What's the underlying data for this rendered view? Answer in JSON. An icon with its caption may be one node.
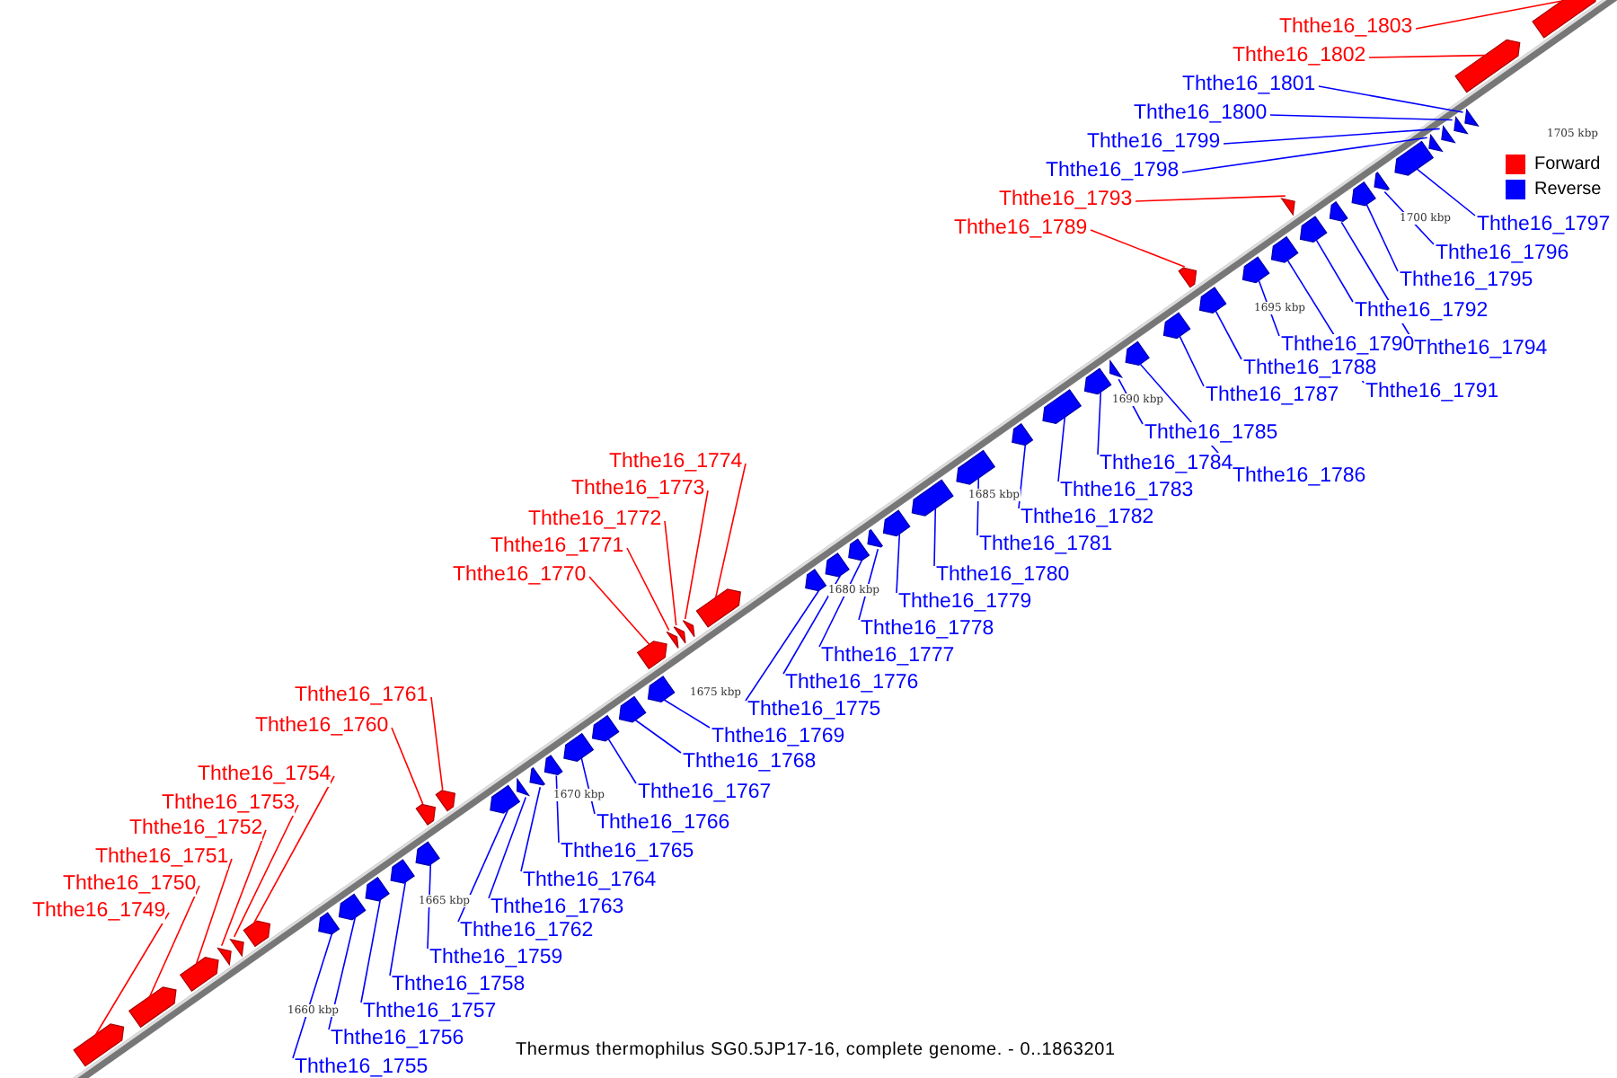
{
  "diagram": {
    "caption": "Thermus thermophilus SG0.5JP17-16, complete genome. - 0..1863201",
    "nodes": [
      {
        "text": [
          "Ththe16_1803"
        ]
      },
      {
        "text": [
          "Ththe16_1802"
        ]
      },
      {
        "text": [
          "Ththe16_1801"
        ]
      },
      {
        "text": [
          "Ththe16_1800"
        ]
      },
      {
        "text": [
          "Ththe16_1799"
        ]
      },
      {
        "text": [
          "Ththe16_1798"
        ]
      },
      {
        "text": [
          "Ththe16_1793"
        ]
      },
      {
        "text": [
          "Ththe16_1797"
        ]
      },
      {
        "text": [
          "Ththe16_1789"
        ]
      },
      {
        "text": [
          "Ththe16_1796"
        ]
      },
      {
        "text": [
          "Ththe16_1795"
        ]
      },
      {
        "text": [
          "Ththe16_1792"
        ]
      },
      {
        "text": [
          "Ththe16_1790"
        ]
      },
      {
        "text": [
          "Ththe16_1794"
        ]
      },
      {
        "text": [
          "Ththe16_1788"
        ]
      },
      {
        "text": [
          "Ththe16_1791"
        ]
      },
      {
        "text": [
          "Ththe16_1787"
        ]
      },
      {
        "text": [
          "Ththe16_1785"
        ]
      },
      {
        "text": [
          "Ththe16_1774"
        ]
      },
      {
        "text": [
          "Ththe16_1784"
        ]
      },
      {
        "text": [
          "Ththe16_1786"
        ]
      },
      {
        "text": [
          "Ththe16_1773"
        ]
      },
      {
        "text": [
          "Ththe16_1783"
        ]
      },
      {
        "text": [
          "Ththe16_1782"
        ]
      },
      {
        "text": [
          "Ththe16_1772"
        ]
      },
      {
        "text": [
          "Ththe16_1781"
        ]
      },
      {
        "text": [
          "Ththe16_1771"
        ]
      },
      {
        "text": [
          "Ththe16_1770"
        ]
      },
      {
        "text": [
          "Ththe16_1780"
        ]
      },
      {
        "text": [
          "Ththe16_1779"
        ]
      },
      {
        "text": [
          "Ththe16_1778"
        ]
      },
      {
        "text": [
          "Ththe16_1777"
        ]
      },
      {
        "text": [
          "Ththe16_1776"
        ]
      },
      {
        "text": [
          "Ththe16_1761"
        ]
      },
      {
        "text": [
          "Ththe16_1775"
        ]
      },
      {
        "text": [
          "Ththe16_1760"
        ]
      },
      {
        "text": [
          "Ththe16_1769"
        ]
      },
      {
        "text": [
          "Ththe16_1768"
        ]
      },
      {
        "text": [
          "Ththe16_1754"
        ]
      },
      {
        "text": [
          "Ththe16_1767"
        ]
      },
      {
        "text": [
          "Ththe16_1753"
        ]
      },
      {
        "text": [
          "Ththe16_1766"
        ]
      },
      {
        "text": [
          "Ththe16_1752"
        ]
      },
      {
        "text": [
          "Ththe16_1765"
        ]
      },
      {
        "text": [
          "Ththe16_1751"
        ]
      },
      {
        "text": [
          "Ththe16_1764"
        ]
      },
      {
        "text": [
          "Ththe16_1750"
        ]
      },
      {
        "text": [
          "Ththe16_1763"
        ]
      },
      {
        "text": [
          "Ththe16_1749"
        ]
      },
      {
        "text": [
          "Ththe16_1762"
        ]
      },
      {
        "text": [
          "Ththe16_1759"
        ]
      },
      {
        "text": [
          "Ththe16_1758"
        ]
      },
      {
        "text": [
          "Ththe16_1757"
        ]
      },
      {
        "text": [
          "Ththe16_1756"
        ]
      },
      {
        "text": [
          "Ththe16_1755"
        ]
      },
      {
        "text": [],
        "shape": "arrow"
      },
      {
        "text": [],
        "shape": "arrow"
      },
      {
        "text": [],
        "shape": "arrow"
      },
      {
        "text": [],
        "shape": "arrow"
      },
      {
        "text": [],
        "shape": "arrow"
      },
      {
        "text": [],
        "shape": "arrow"
      },
      {
        "text": [],
        "shape": "arrow"
      },
      {
        "text": [],
        "shape": "arrow"
      },
      {
        "text": [],
        "shape": "arrow"
      },
      {
        "text": [],
        "shape": "arrow"
      },
      {
        "text": [],
        "shape": "arrow"
      },
      {
        "text": [],
        "shape": "arrow"
      },
      {
        "text": [],
        "shape": "arrow"
      },
      {
        "text": [],
        "shape": "arrow"
      },
      {
        "text": [],
        "shape": "arrow"
      },
      {
        "text": [],
        "shape": "arrow"
      },
      {
        "text": [],
        "shape": "arrow"
      },
      {
        "text": [],
        "shape": "arrow"
      },
      {
        "text": [],
        "shape": "arrow"
      },
      {
        "text": [],
        "shape": "arrow"
      },
      {
        "text": [],
        "shape": "arrow"
      },
      {
        "text": [],
        "shape": "arrow"
      },
      {
        "text": [],
        "shape": "arrow"
      },
      {
        "text": [],
        "shape": "arrow"
      },
      {
        "text": [],
        "shape": "arrow"
      },
      {
        "text": [],
        "shape": "arrow"
      },
      {
        "text": [],
        "shape": "arrow"
      },
      {
        "text": [],
        "shape": "arrow"
      },
      {
        "text": [],
        "shape": "arrow"
      },
      {
        "text": [],
        "shape": "arrow"
      },
      {
        "text": [],
        "shape": "arrow"
      },
      {
        "text": [],
        "shape": "arrow"
      },
      {
        "text": [],
        "shape": "arrow"
      },
      {
        "text": [],
        "shape": "arrow"
      },
      {
        "text": [],
        "shape": "arrow"
      },
      {
        "text": [],
        "shape": "arrow"
      },
      {
        "text": [],
        "shape": "arrow"
      },
      {
        "text": [],
        "shape": "arrow"
      },
      {
        "text": [],
        "shape": "arrow"
      },
      {
        "text": [],
        "shape": "arrow"
      },
      {
        "text": [],
        "shape": "arrow"
      },
      {
        "text": [],
        "shape": "arrow"
      },
      {
        "text": [],
        "shape": "arrow"
      },
      {
        "text": [],
        "shape": "arrow"
      },
      {
        "text": [],
        "shape": "arrow"
      },
      {
        "text": [],
        "shape": "arrow"
      },
      {
        "text": [],
        "shape": "arrow"
      },
      {
        "text": [],
        "shape": "arrow"
      },
      {
        "text": [],
        "shape": "arrow"
      },
      {
        "text": [],
        "shape": "arrow"
      },
      {
        "text": [],
        "shape": "arrow"
      },
      {
        "text": [],
        "shape": "arrow"
      },
      {
        "text": [],
        "shape": "arrow"
      },
      {
        "text": [],
        "shape": "arrow"
      },
      {
        "text": [],
        "shape": "arrow"
      }
    ],
    "edges": [
      {
        "from": 0,
        "to": 109,
        "arrow": "none",
        "color": "#ff0000"
      },
      {
        "from": 1,
        "to": 108,
        "arrow": "none",
        "color": "#ff0000"
      },
      {
        "from": 2,
        "to": 107,
        "arrow": "none"
      },
      {
        "from": 3,
        "to": 106,
        "arrow": "none"
      },
      {
        "from": 4,
        "to": 105,
        "arrow": "none"
      },
      {
        "from": 5,
        "to": 104,
        "arrow": "none"
      },
      {
        "from": 6,
        "to": 99,
        "arrow": "none",
        "color": "#ff0000"
      },
      {
        "from": 7,
        "to": 103,
        "arrow": "none"
      },
      {
        "from": 8,
        "to": 95,
        "arrow": "none",
        "color": "#ff0000"
      },
      {
        "from": 9,
        "to": 102,
        "arrow": "none"
      },
      {
        "from": 10,
        "to": 101,
        "arrow": "none"
      },
      {
        "from": 11,
        "to": 98,
        "arrow": "none"
      },
      {
        "from": 12,
        "to": 96,
        "arrow": "none"
      },
      {
        "from": 13,
        "to": 100,
        "arrow": "none"
      },
      {
        "from": 14,
        "to": 94,
        "arrow": "none"
      },
      {
        "from": 15,
        "to": 97,
        "arrow": "none"
      },
      {
        "from": 16,
        "to": 93,
        "arrow": "none"
      },
      {
        "from": 17,
        "to": 91,
        "arrow": "none"
      },
      {
        "from": 18,
        "to": 80,
        "arrow": "none",
        "color": "#ff0000"
      },
      {
        "from": 19,
        "to": 90,
        "arrow": "none"
      },
      {
        "from": 20,
        "to": 92,
        "arrow": "none"
      },
      {
        "from": 21,
        "to": 79,
        "arrow": "none",
        "color": "#ff0000"
      },
      {
        "from": 22,
        "to": 89,
        "arrow": "none"
      },
      {
        "from": 23,
        "to": 88,
        "arrow": "none"
      },
      {
        "from": 24,
        "to": 78,
        "arrow": "none",
        "color": "#ff0000"
      },
      {
        "from": 25,
        "to": 87,
        "arrow": "none"
      },
      {
        "from": 26,
        "to": 77,
        "arrow": "none",
        "color": "#ff0000"
      },
      {
        "from": 27,
        "to": 76,
        "arrow": "none",
        "color": "#ff0000"
      },
      {
        "from": 28,
        "to": 86,
        "arrow": "none"
      },
      {
        "from": 29,
        "to": 85,
        "arrow": "none"
      },
      {
        "from": 30,
        "to": 84,
        "arrow": "none"
      },
      {
        "from": 31,
        "to": 83,
        "arrow": "none"
      },
      {
        "from": 32,
        "to": 82,
        "arrow": "none"
      },
      {
        "from": 33,
        "to": 67,
        "arrow": "none",
        "color": "#ff0000"
      },
      {
        "from": 34,
        "to": 81,
        "arrow": "none"
      },
      {
        "from": 35,
        "to": 66,
        "arrow": "none",
        "color": "#ff0000"
      },
      {
        "from": 36,
        "to": 75,
        "arrow": "none"
      },
      {
        "from": 37,
        "to": 74,
        "arrow": "none"
      },
      {
        "from": 38,
        "to": 60,
        "arrow": "none",
        "color": "#ff0000"
      },
      {
        "from": 39,
        "to": 73,
        "arrow": "none"
      },
      {
        "from": 40,
        "to": 59,
        "arrow": "none",
        "color": "#ff0000"
      },
      {
        "from": 41,
        "to": 72,
        "arrow": "none"
      },
      {
        "from": 42,
        "to": 58,
        "arrow": "none",
        "color": "#ff0000"
      },
      {
        "from": 43,
        "to": 71,
        "arrow": "none"
      },
      {
        "from": 44,
        "to": 57,
        "arrow": "none",
        "color": "#ff0000"
      },
      {
        "from": 45,
        "to": 70,
        "arrow": "none"
      },
      {
        "from": 46,
        "to": 56,
        "arrow": "none",
        "color": "#ff0000"
      },
      {
        "from": 47,
        "to": 69,
        "arrow": "none"
      },
      {
        "from": 48,
        "to": 55,
        "arrow": "none",
        "color": "#ff0000"
      },
      {
        "from": 49,
        "to": 68,
        "arrow": "none"
      },
      {
        "from": 50,
        "to": 65,
        "arrow": "none"
      },
      {
        "from": 51,
        "to": 64,
        "arrow": "none"
      },
      {
        "from": 52,
        "to": 63,
        "arrow": "none"
      },
      {
        "from": 53,
        "to": 62,
        "arrow": "none"
      },
      {
        "from": 54,
        "to": 61,
        "arrow": "none"
      }
    ],
    "labels": [
      "1705 kbp",
      "1700 kbp",
      "1695 kbp",
      "1690 kbp",
      "1685 kbp",
      "1680 kbp",
      "1675 kbp",
      "1670 kbp",
      "1665 kbp",
      "1660 kbp"
    ],
    "legend": [
      {
        "text": "Forward",
        "color": "#ff0000"
      },
      {
        "text": "Reverse",
        "color": "#0000ff"
      }
    ]
  }
}
